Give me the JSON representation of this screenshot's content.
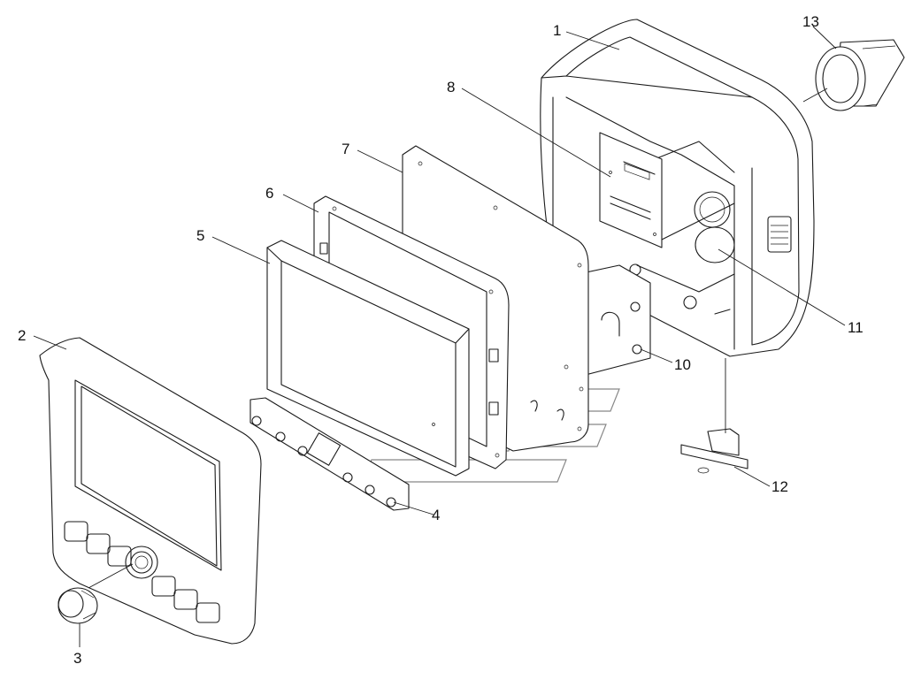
{
  "callouts": [
    {
      "id": "c1",
      "label": "1"
    },
    {
      "id": "c2",
      "label": "2"
    },
    {
      "id": "c3",
      "label": "3"
    },
    {
      "id": "c4",
      "label": "4"
    },
    {
      "id": "c5",
      "label": "5"
    },
    {
      "id": "c6",
      "label": "6"
    },
    {
      "id": "c7",
      "label": "7"
    },
    {
      "id": "c8",
      "label": "8"
    },
    {
      "id": "c10",
      "label": "10"
    },
    {
      "id": "c11",
      "label": "11"
    },
    {
      "id": "c12",
      "label": "12"
    },
    {
      "id": "c13",
      "label": "13"
    }
  ]
}
